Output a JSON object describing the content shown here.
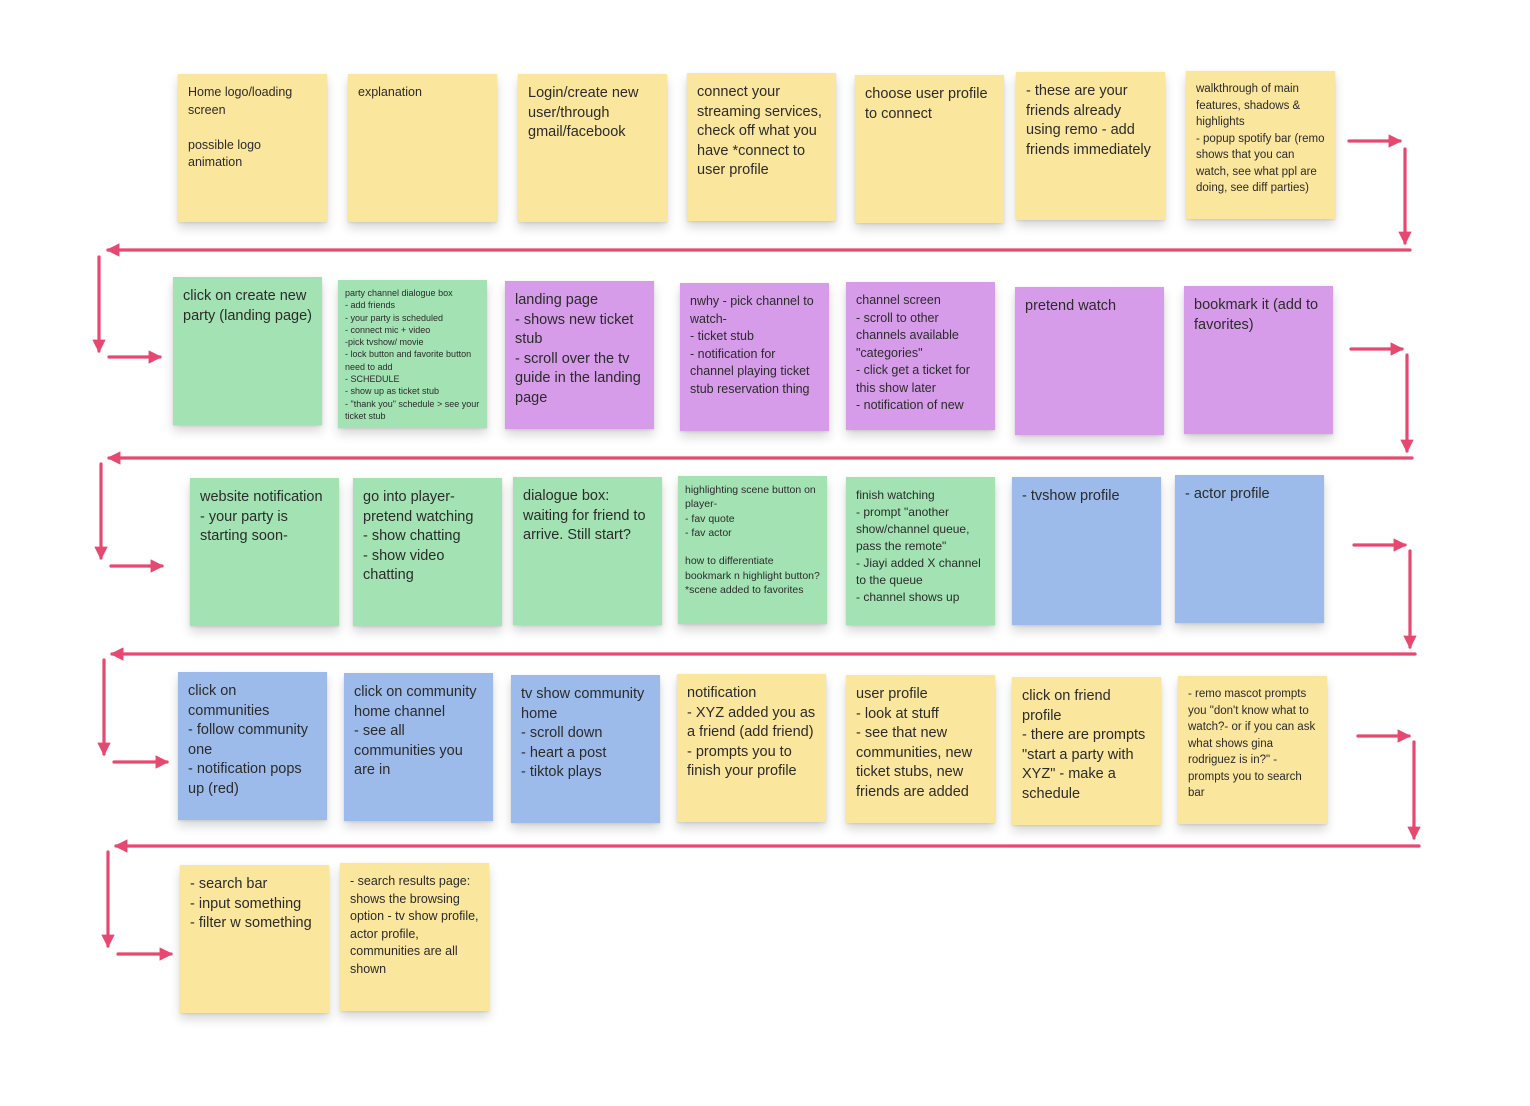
{
  "colors": {
    "yellow": "#fbe69e",
    "green": "#a3e3b3",
    "purple": "#d69ce9",
    "blue": "#9cbbeb",
    "arrow": "#e64870"
  },
  "notes": [
    {
      "text": "Home logo/loading screen\n\npossible logo animation",
      "color": "yellow"
    },
    {
      "text": "explanation",
      "color": "yellow"
    },
    {
      "text": "Login/create new user/through gmail/facebook",
      "color": "yellow"
    },
    {
      "text": "connect your streaming services, check off what you have *connect to user profile",
      "color": "yellow"
    },
    {
      "text": "choose user profile to connect",
      "color": "yellow"
    },
    {
      "text": "- these are your friends already using remo - add friends immediately",
      "color": "yellow"
    },
    {
      "text": "walkthrough of main features, shadows & highlights\n- popup spotify bar (remo shows that you can watch, see what ppl are doing, see diff parties)",
      "color": "yellow"
    },
    {
      "text": "click on create new party (landing page)",
      "color": "green"
    },
    {
      "text": "party channel dialogue box\n- add friends\n- your party is scheduled\n- connect mic + video\n-pick tvshow/ movie\n- lock button and favorite button need to add\n- SCHEDULE\n- show up as ticket stub\n- \"thank you\" schedule > see your ticket stub",
      "color": "green"
    },
    {
      "text": "landing page\n- shows new ticket stub\n- scroll over the tv guide in the landing page",
      "color": "purple"
    },
    {
      "text": "nwhy - pick channel to watch-\n- ticket stub\n- notification for channel playing ticket stub reservation thing",
      "color": "purple"
    },
    {
      "text": "channel screen\n- scroll to other channels available \"categories\"\n- click get a ticket for this show later\n- notification of new",
      "color": "purple"
    },
    {
      "text": "pretend watch",
      "color": "purple"
    },
    {
      "text": "bookmark it (add to favorites)",
      "color": "purple"
    },
    {
      "text": "website notification\n- your party is starting soon-",
      "color": "green"
    },
    {
      "text": "go into player- pretend watching\n- show chatting\n- show video chatting",
      "color": "green"
    },
    {
      "text": "dialogue box: waiting for friend to arrive. Still start?",
      "color": "green"
    },
    {
      "text": "highlighting scene button on player-\n- fav quote\n- fav actor\n\nhow to differentiate bookmark n highlight button?\n*scene added to favorites",
      "color": "green"
    },
    {
      "text": "finish watching\n- prompt \"another show/channel queue, pass the remote\"\n- Jiayi added X channel to the queue\n- channel shows up",
      "color": "green"
    },
    {
      "text": "- tvshow profile",
      "color": "blue"
    },
    {
      "text": "- actor profile",
      "color": "blue"
    },
    {
      "text": "click on communities\n- follow community one\n- notification pops up (red)",
      "color": "blue"
    },
    {
      "text": "click on community home channel\n- see all communities you are in",
      "color": "blue"
    },
    {
      "text": "tv show community home\n- scroll down\n- heart a post\n- tiktok plays",
      "color": "blue"
    },
    {
      "text": "notification\n- XYZ added you as a friend (add friend)\n- prompts you to finish your profile",
      "color": "yellow"
    },
    {
      "text": "user profile\n- look at stuff\n- see that new communities, new ticket stubs, new friends are added",
      "color": "yellow"
    },
    {
      "text": "click on friend profile\n- there are prompts \"start a party with XYZ\" - make a schedule",
      "color": "yellow"
    },
    {
      "text": "- remo mascot prompts you \"don't know what to watch?- or if you can ask what shows gina rodriguez is in?\" - prompts you to search bar",
      "color": "yellow"
    },
    {
      "text": "- search bar\n- input something\n- filter w something",
      "color": "yellow"
    },
    {
      "text": "- search results page: shows the browsing option - tv show profile, actor profile, communities are all shown",
      "color": "yellow"
    }
  ]
}
